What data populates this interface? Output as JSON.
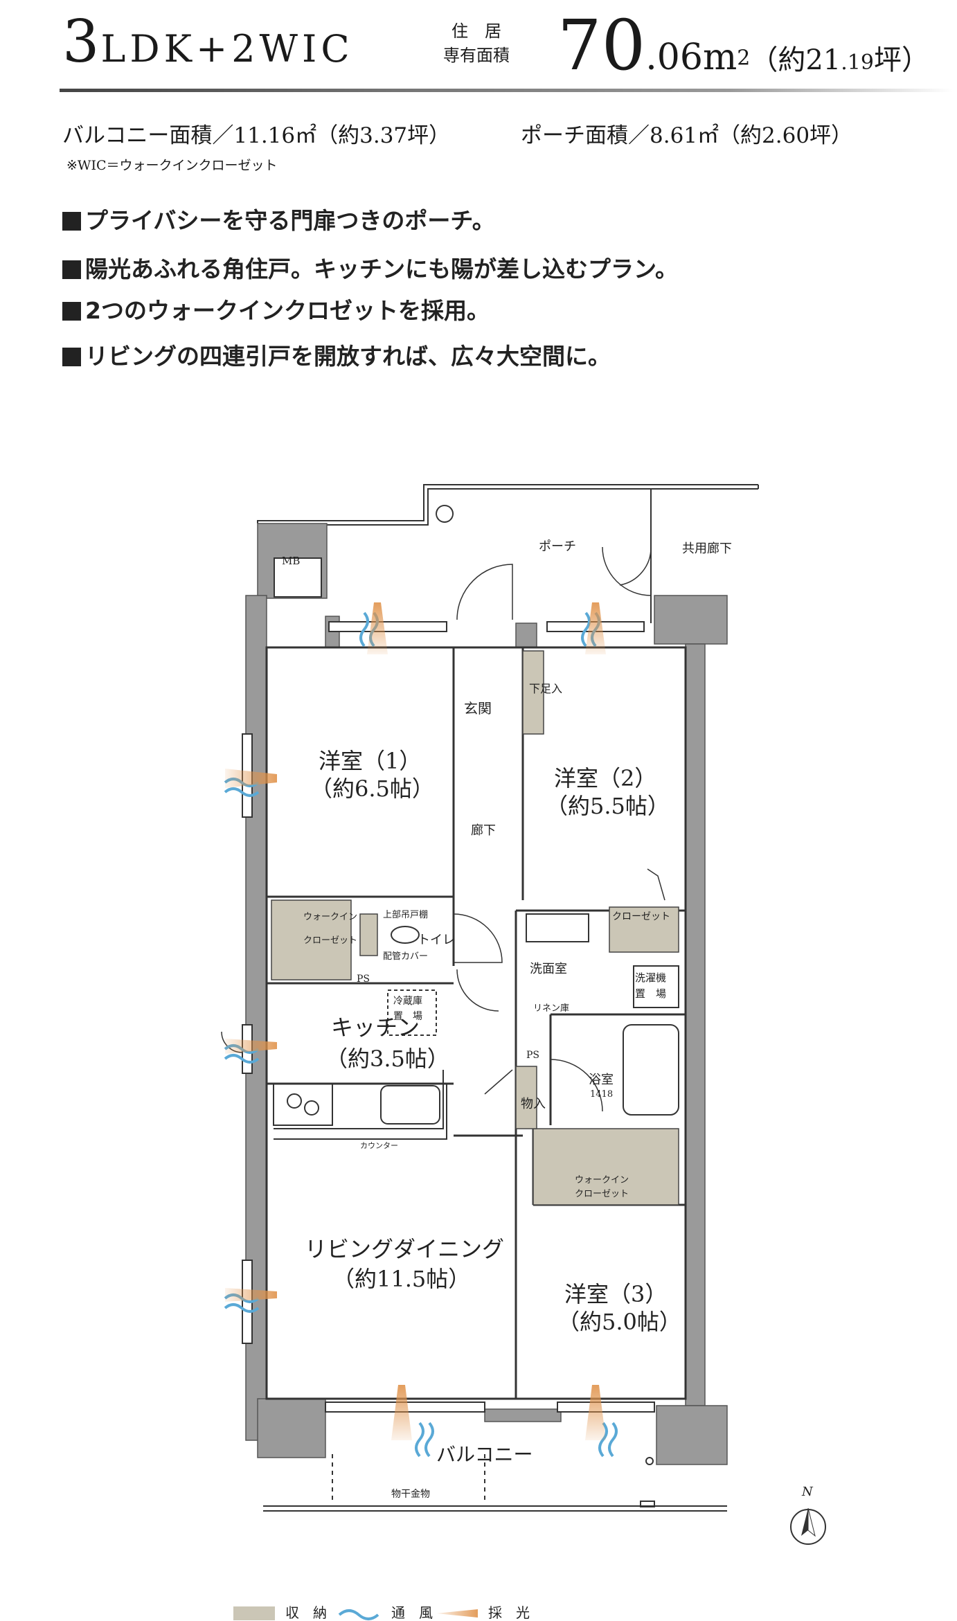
{
  "header": {
    "type_big": "3",
    "type_small": "LDK+2WIC",
    "area_label_1": "住　居",
    "area_label_2": "専有面積",
    "area_int": "70",
    "area_dec": ".06",
    "area_unit": "m",
    "area_sup": "2",
    "area_tsubo_open": "（約",
    "area_tsubo_int": "21",
    "area_tsubo_dec": ".19",
    "area_tsubo_close": "坪）"
  },
  "sub_areas": {
    "balcony": "バルコニー面積／11.16㎡（約3.37坪）",
    "porch": "ポーチ面積／8.61㎡（約2.60坪）",
    "note": "※WIC＝ウォークインクローゼット"
  },
  "features": [
    "プライバシーを守る門扉つきのポーチ。",
    "陽光あふれる角住戸。キッチンにも陽が差し込むプラン。",
    "2つのウォークインクロゼットを採用。",
    "リビングの四連引戸を開放すれば、広々大空間に。"
  ],
  "plan": {
    "porch": "ポーチ",
    "corridor_shared": "共用廊下",
    "mb": "MB",
    "genkan": "玄関",
    "shoe": "下足入",
    "room1_name": "洋室（1）",
    "room1_size": "（約6.5帖）",
    "room2_name": "洋室（2）",
    "room2_size": "（約5.5帖）",
    "hallway": "廊下",
    "wic1_a": "ウォークイン",
    "wic1_b": "クローゼット",
    "upper_shelf": "上部吊戸棚",
    "toilet": "トイレ",
    "pipe_cover": "配管カバー",
    "ps1": "PS",
    "closet": "クローゼット",
    "washroom": "洗面室",
    "washer_a": "洗濯機",
    "washer_b": "置　場",
    "fridge_a": "冷蔵庫",
    "fridge_b": "置　場",
    "linen": "リネン庫",
    "kitchen_name": "キッチン",
    "kitchen_size": "（約3.5帖）",
    "ps2": "PS",
    "storage": "物入",
    "bath": "浴室",
    "bath_size": "1418",
    "counter": "カウンター",
    "wic2_a": "ウォークイン",
    "wic2_b": "クローゼット",
    "ld_name": "リビングダイニング",
    "ld_size": "（約11.5帖）",
    "room3_name": "洋室（3）",
    "room3_size": "（約5.0帖）",
    "balcony": "バルコニー",
    "laundry_hanger": "物干金物",
    "north": "N"
  },
  "legend": {
    "storage": "収　納",
    "wind": "通　風",
    "light": "採　光"
  },
  "colors": {
    "wall": "#9a9a9a",
    "storage_fill": "#cbc6b6",
    "wind": "#5aa9d6",
    "light": "#e0924a"
  }
}
